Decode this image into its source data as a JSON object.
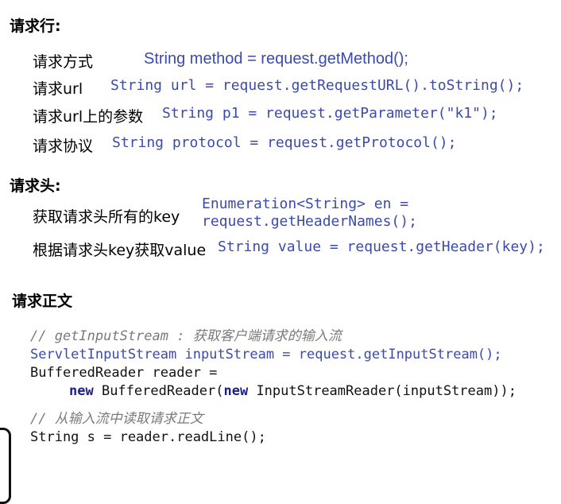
{
  "sections": {
    "request_line": {
      "heading": "请求行:",
      "rows": [
        {
          "label": "请求方式",
          "code": "String method = request.getMethod();"
        },
        {
          "label": "请求url",
          "code": "String url = request.getRequestURL().toString();"
        },
        {
          "label": "请求url上的参数",
          "code": "String p1 = request.getParameter(\"k1\");"
        },
        {
          "label": "请求协议",
          "code": "String protocol = request.getProtocol();"
        }
      ]
    },
    "request_header": {
      "heading": "请求头:",
      "rows": [
        {
          "label": "获取请求头所有的key",
          "code_line1": "Enumeration<String> en =",
          "code_line2": "request.getHeaderNames();"
        },
        {
          "label": "根据请求头key获取value",
          "code": "String value = request.getHeader(key);"
        }
      ]
    },
    "request_body": {
      "heading": "请求正文",
      "code": {
        "comment1": "// getInputStream : 获取客户端请求的输入流",
        "line2_type": "ServletInputStream",
        "line2_rest": " inputStream = request.getInputStream();",
        "line3": "BufferedReader reader =",
        "line4_kw1": "new",
        "line4_mid": " BufferedReader(",
        "line4_kw2": "new",
        "line4_rest": " InputStreamReader(inputStream));",
        "comment2": "// 从输入流中读取请求正文",
        "line6": "String s = reader.readLine();"
      }
    }
  }
}
